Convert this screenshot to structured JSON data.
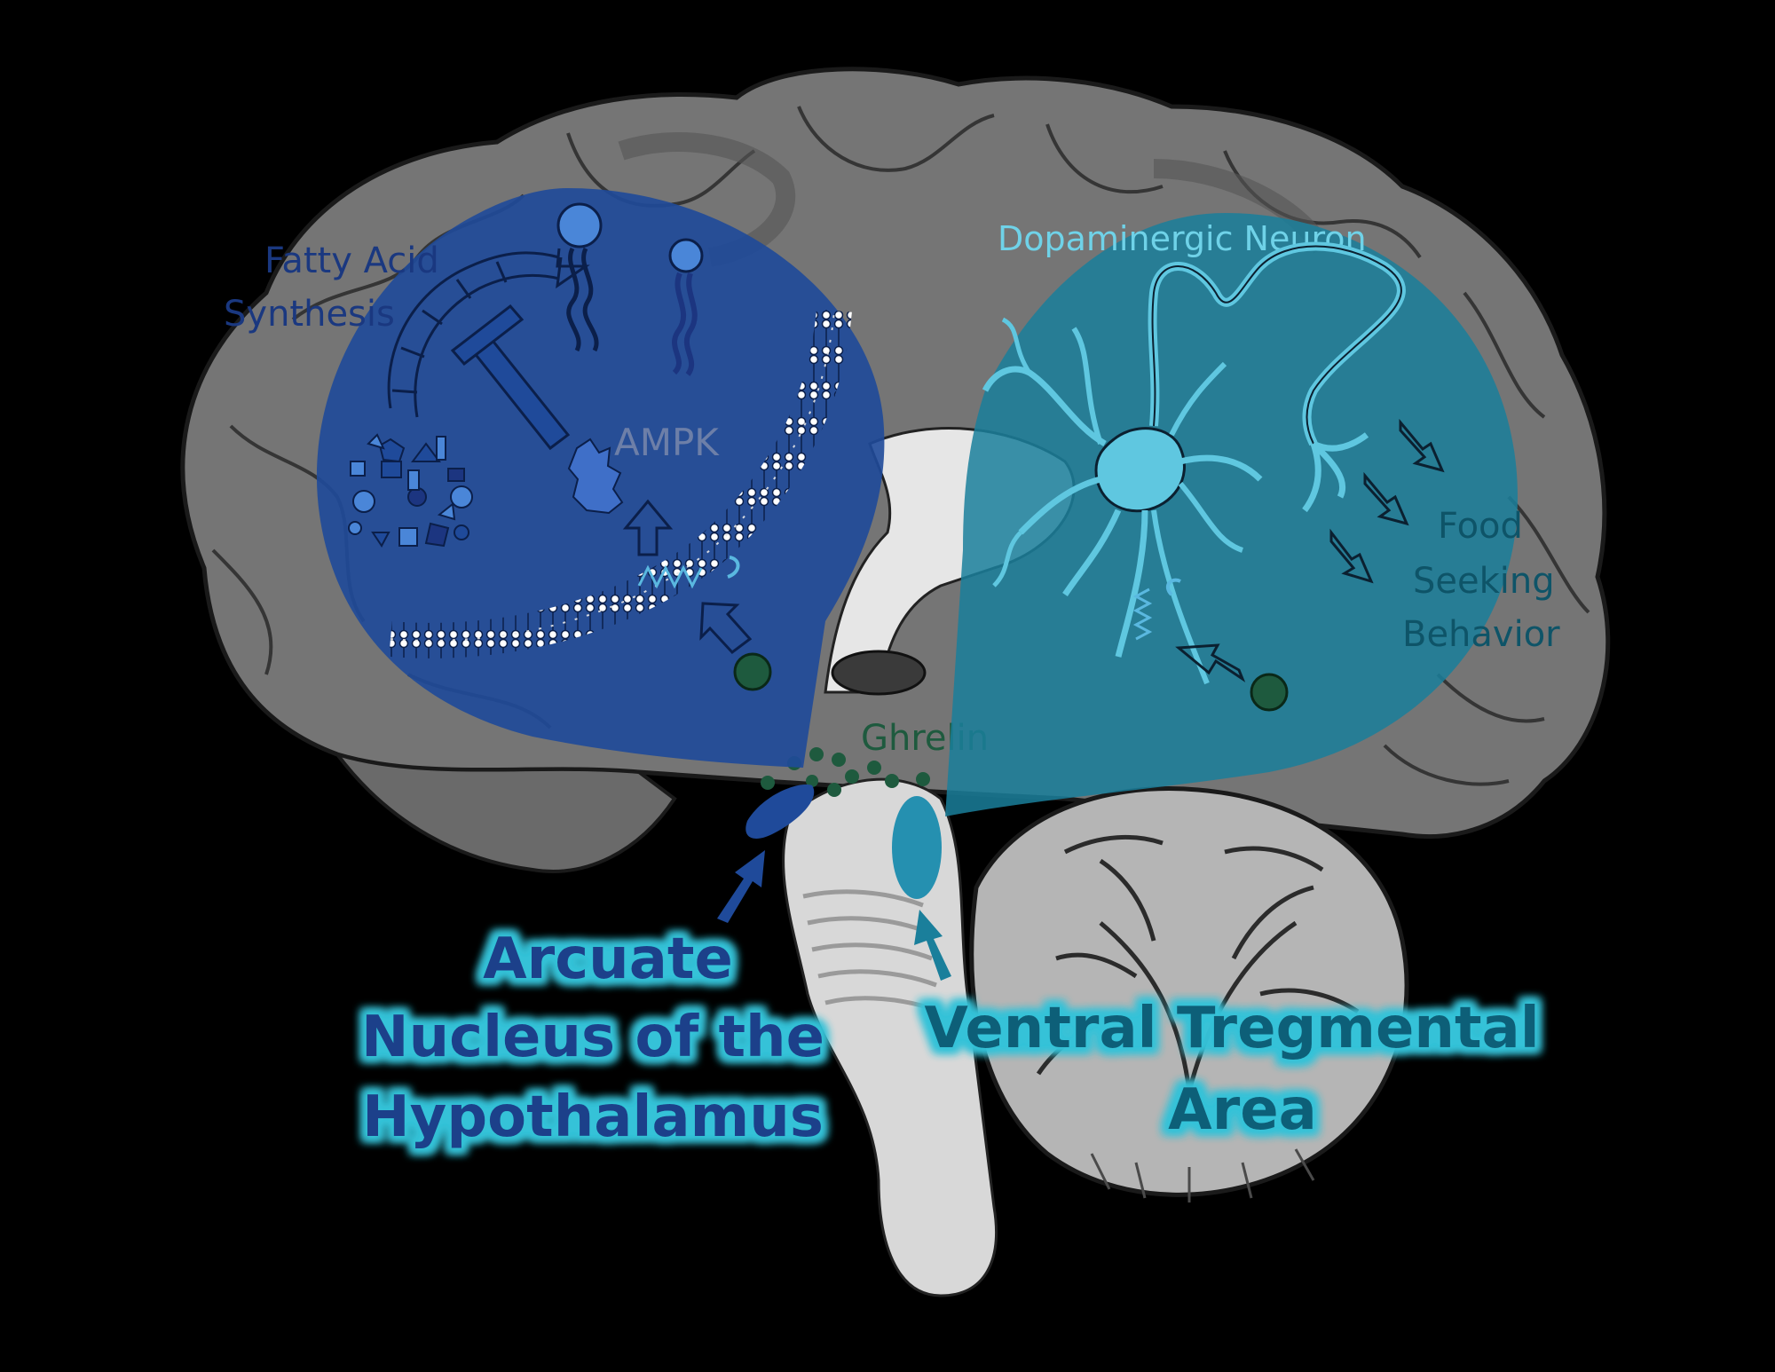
{
  "labels": {
    "fatty_acid_line1": "Fatty Acid",
    "fatty_acid_line2": "Synthesis",
    "ampk": "AMPK",
    "dopaminergic_neuron": "Dopaminergic Neuron",
    "food_line1": "Food",
    "food_line2": "Seeking",
    "food_line3": "Behavior",
    "ghrelin": "Ghrelin",
    "arcuate_line1": "Arcuate",
    "arcuate_line2": "Nucleus of the",
    "arcuate_line3": "Hypothalamus",
    "vta_line1": "Ventral Tregmental",
    "vta_line2": "Area"
  },
  "colors": {
    "background": "#000000",
    "brain_gray": "#7a7a7a",
    "brain_dark": "#5c5c5c",
    "brainstem": "#d8d8d8",
    "arcuate_bubble": "#1f4a9a",
    "vta_bubble": "#1a7f9b",
    "ghrelin": "#1e5a3e",
    "arcuate_text": "#1e3f8a",
    "vta_text": "#0f5f78",
    "neuron": "#5fc7e0",
    "glow": "#35c2d8"
  }
}
